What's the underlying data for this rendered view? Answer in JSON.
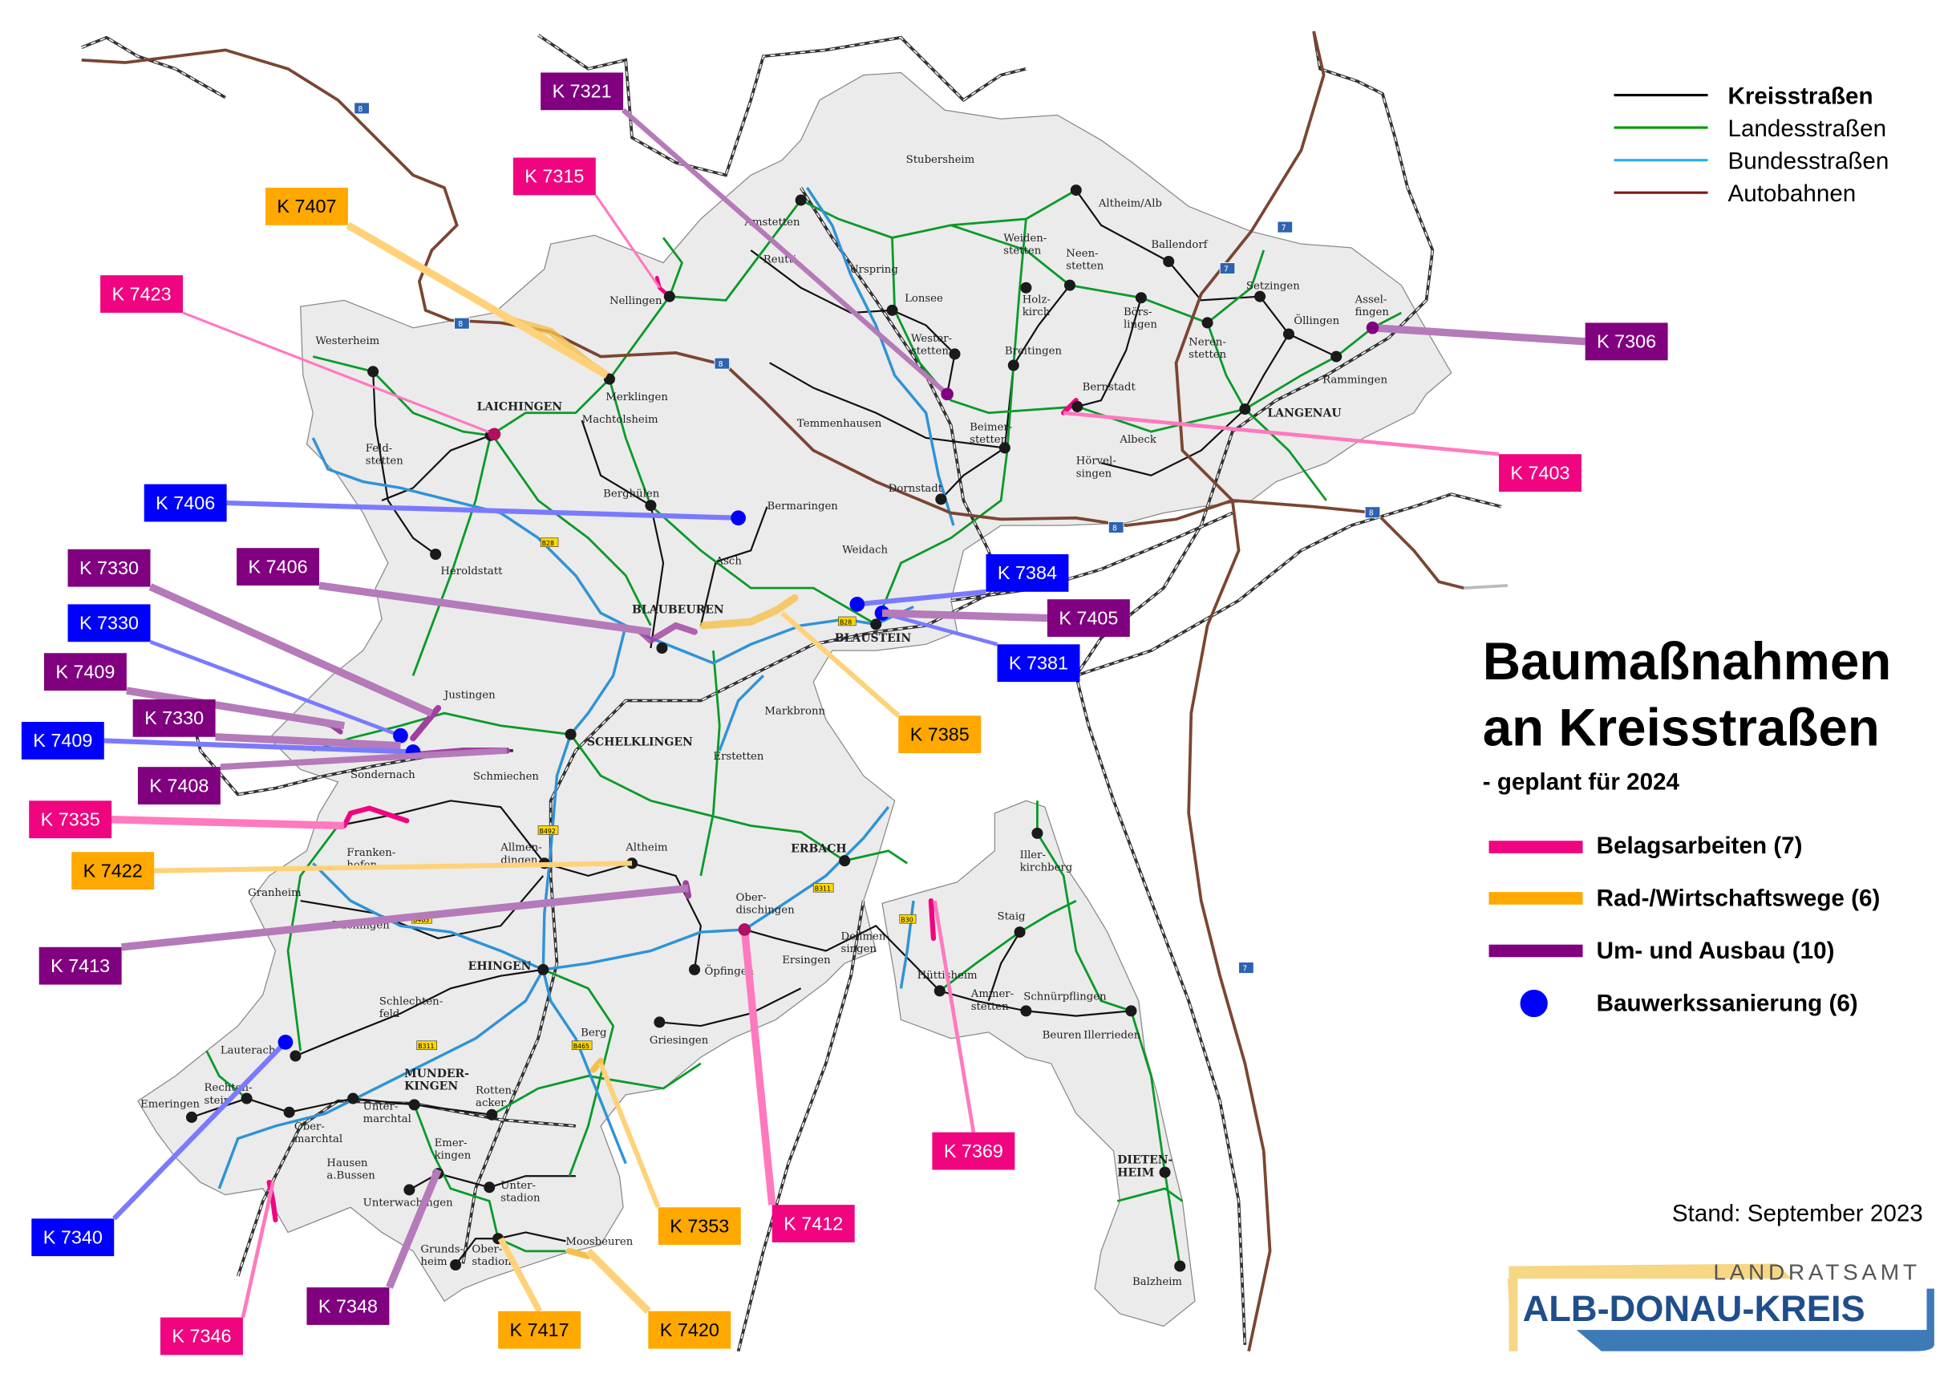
{
  "title": {
    "line1": "Baumaßnahmen",
    "line2": "an  Kreisstraßen",
    "subtitle": "- geplant für 2024"
  },
  "road_legend": [
    {
      "label": "Kreisstraßen",
      "color": "#000000"
    },
    {
      "label": "Landesstraßen",
      "color": "#009a00"
    },
    {
      "label": "Bundesstraßen",
      "color": "#1fb4f0"
    },
    {
      "label": "Autobahnen",
      "color": "#7a1a1a"
    }
  ],
  "measure_legend": [
    {
      "label": "Belagsarbeiten (7)",
      "color": "#f0047f",
      "icon": "line"
    },
    {
      "label": "Rad-/Wirtschaftswege (6)",
      "color": "#ffa800",
      "icon": "line"
    },
    {
      "label": "Um- und Ausbau (10)",
      "color": "#800080",
      "icon": "line"
    },
    {
      "label": "Bauwerkssanierung (6)",
      "color": "#0000ff",
      "icon": "dot"
    }
  ],
  "stand": "Stand: September 2023",
  "logo": {
    "top": "LANDRATSAMT",
    "main": "ALB-DONAU-KREIS"
  },
  "callouts": [
    {
      "label": "K 7321",
      "type": "Um- und Ausbau"
    },
    {
      "label": "K 7315",
      "type": "Belagsarbeiten"
    },
    {
      "label": "K 7407",
      "type": "Rad-/Wirtschaftswege"
    },
    {
      "label": "K 7423",
      "type": "Belagsarbeiten"
    },
    {
      "label": "K 7406",
      "type": "Bauwerkssanierung"
    },
    {
      "label": "K 7330",
      "type": "Um- und Ausbau"
    },
    {
      "label": "K 7406",
      "type": "Um- und Ausbau"
    },
    {
      "label": "K 7330",
      "type": "Bauwerkssanierung"
    },
    {
      "label": "K 7409",
      "type": "Um- und Ausbau"
    },
    {
      "label": "K 7330",
      "type": "Um- und Ausbau"
    },
    {
      "label": "K 7409",
      "type": "Bauwerkssanierung"
    },
    {
      "label": "K 7408",
      "type": "Um- und Ausbau"
    },
    {
      "label": "K 7335",
      "type": "Belagsarbeiten"
    },
    {
      "label": "K 7422",
      "type": "Rad-/Wirtschaftswege"
    },
    {
      "label": "K 7413",
      "type": "Um- und Ausbau"
    },
    {
      "label": "K 7340",
      "type": "Bauwerkssanierung"
    },
    {
      "label": "K 7346",
      "type": "Belagsarbeiten"
    },
    {
      "label": "K 7348",
      "type": "Um- und Ausbau"
    },
    {
      "label": "K 7417",
      "type": "Rad-/Wirtschaftswege"
    },
    {
      "label": "K 7420",
      "type": "Rad-/Wirtschaftswege"
    },
    {
      "label": "K 7353",
      "type": "Rad-/Wirtschaftswege"
    },
    {
      "label": "K 7412",
      "type": "Belagsarbeiten"
    },
    {
      "label": "K 7369",
      "type": "Belagsarbeiten"
    },
    {
      "label": "K 7385",
      "type": "Rad-/Wirtschaftswege"
    },
    {
      "label": "K 7381",
      "type": "Bauwerkssanierung"
    },
    {
      "label": "K 7405",
      "type": "Um- und Ausbau"
    },
    {
      "label": "K 7384",
      "type": "Bauwerkssanierung"
    },
    {
      "label": "K 7306",
      "type": "Um- und Ausbau"
    },
    {
      "label": "K 7403",
      "type": "Belagsarbeiten"
    }
  ],
  "type_colors": {
    "Belagsarbeiten": "#f0047f",
    "Rad-/Wirtschaftswege": "#ffa800",
    "Um- und Ausbau": "#800080",
    "Bauwerkssanierung": "#0000ff"
  },
  "towns": [
    {
      "lines": [
        "Stubersheim"
      ]
    },
    {
      "lines": [
        "Altheim/Alb"
      ]
    },
    {
      "lines": [
        "Amstetten"
      ]
    },
    {
      "lines": [
        "Reutti"
      ]
    },
    {
      "lines": [
        "Urspring"
      ]
    },
    {
      "lines": [
        "Nellingen"
      ]
    },
    {
      "lines": [
        "Lonsee"
      ]
    },
    {
      "lines": [
        "Weiden-",
        "stetten"
      ]
    },
    {
      "lines": [
        "Neen-",
        "stetten"
      ]
    },
    {
      "lines": [
        "Ballendorf"
      ]
    },
    {
      "lines": [
        "Holz-",
        "kirch"
      ]
    },
    {
      "lines": [
        "Börs-",
        "lingen"
      ]
    },
    {
      "lines": [
        "Setzingen"
      ]
    },
    {
      "lines": [
        "Öllingen"
      ]
    },
    {
      "lines": [
        "Assel-",
        "fingen"
      ]
    },
    {
      "lines": [
        "Wester-",
        "stetten"
      ]
    },
    {
      "lines": [
        "Breitingen"
      ]
    },
    {
      "lines": [
        "Neren-",
        "stetten"
      ]
    },
    {
      "lines": [
        "Rammingen"
      ]
    },
    {
      "lines": [
        "Bernstadt"
      ]
    },
    {
      "lines": [
        "LANGENAU"
      ]
    },
    {
      "lines": [
        "Westerheim"
      ]
    },
    {
      "lines": [
        "Merklingen"
      ]
    },
    {
      "lines": [
        "LAICHINGEN"
      ]
    },
    {
      "lines": [
        "Machtolsheim"
      ]
    },
    {
      "lines": [
        "Temmenhausen"
      ]
    },
    {
      "lines": [
        "Beimer-",
        "stetten"
      ]
    },
    {
      "lines": [
        "Albeck"
      ]
    },
    {
      "lines": [
        "Hörvel-",
        "singen"
      ]
    },
    {
      "lines": [
        "Feld-",
        "stetten"
      ]
    },
    {
      "lines": [
        "Berghülen"
      ]
    },
    {
      "lines": [
        "Dornstadt"
      ]
    },
    {
      "lines": [
        "Bermaringen"
      ]
    },
    {
      "lines": [
        "Weidach"
      ]
    },
    {
      "lines": [
        "Asch"
      ]
    },
    {
      "lines": [
        "Heroldstatt"
      ]
    },
    {
      "lines": [
        "BLAUBEUREN"
      ]
    },
    {
      "lines": [
        "BLAUSTEIN"
      ]
    },
    {
      "lines": [
        "Justingen"
      ]
    },
    {
      "lines": [
        "SCHELKLINGEN"
      ]
    },
    {
      "lines": [
        "Sondernach"
      ]
    },
    {
      "lines": [
        "Schmiechen"
      ]
    },
    {
      "lines": [
        "Markbronn"
      ]
    },
    {
      "lines": [
        "Erstetten"
      ]
    },
    {
      "lines": [
        "Allmen-",
        "dingen"
      ]
    },
    {
      "lines": [
        "Altheim"
      ]
    },
    {
      "lines": [
        "ERBACH"
      ]
    },
    {
      "lines": [
        "Franken-",
        "hofen"
      ]
    },
    {
      "lines": [
        "Granheim"
      ]
    },
    {
      "lines": [
        "Dächingen"
      ]
    },
    {
      "lines": [
        "Ober-",
        "dischingen"
      ]
    },
    {
      "lines": [
        "Dellmen-",
        "singen"
      ]
    },
    {
      "lines": [
        "Ersingen"
      ]
    },
    {
      "lines": [
        "Hüttisheim"
      ]
    },
    {
      "lines": [
        "EHINGEN"
      ]
    },
    {
      "lines": [
        "Öpfingen"
      ]
    },
    {
      "lines": [
        "Schlechten-",
        "feld"
      ]
    },
    {
      "lines": [
        "Iller-",
        "kirchberg"
      ]
    },
    {
      "lines": [
        "Staig"
      ]
    },
    {
      "lines": [
        "Ammer-",
        "stetten"
      ]
    },
    {
      "lines": [
        "Schnürpflingen"
      ]
    },
    {
      "lines": [
        "Illerrieden"
      ]
    },
    {
      "lines": [
        "Beuren"
      ]
    },
    {
      "lines": [
        "Berg"
      ]
    },
    {
      "lines": [
        "Griesingen"
      ]
    },
    {
      "lines": [
        "Lauterach"
      ]
    },
    {
      "lines": [
        "Rechten-",
        "stein"
      ]
    },
    {
      "lines": [
        "Emeringen"
      ]
    },
    {
      "lines": [
        "Ober-",
        "marchtal"
      ]
    },
    {
      "lines": [
        "Unter-",
        "marchtal"
      ]
    },
    {
      "lines": [
        "MUNDER-",
        "KINGEN"
      ]
    },
    {
      "lines": [
        "Rotten-",
        "acker"
      ]
    },
    {
      "lines": [
        "Emer-",
        "kingen"
      ]
    },
    {
      "lines": [
        "Hausen",
        "a.Bussen"
      ]
    },
    {
      "lines": [
        "Unterwachingen"
      ]
    },
    {
      "lines": [
        "Unter-",
        "stadion"
      ]
    },
    {
      "lines": [
        "Grunds-",
        "heim"
      ]
    },
    {
      "lines": [
        "Ober-",
        "stadion"
      ]
    },
    {
      "lines": [
        "Moosbeuren"
      ]
    },
    {
      "lines": [
        "DIETEN-",
        "HEIM"
      ]
    },
    {
      "lines": [
        "Balzheim"
      ]
    }
  ],
  "road_shields": {
    "a8": "8",
    "a7": "7",
    "b28": "B28",
    "b492": "B492",
    "b465": "B465",
    "b311": "B311",
    "b30": "B30"
  }
}
